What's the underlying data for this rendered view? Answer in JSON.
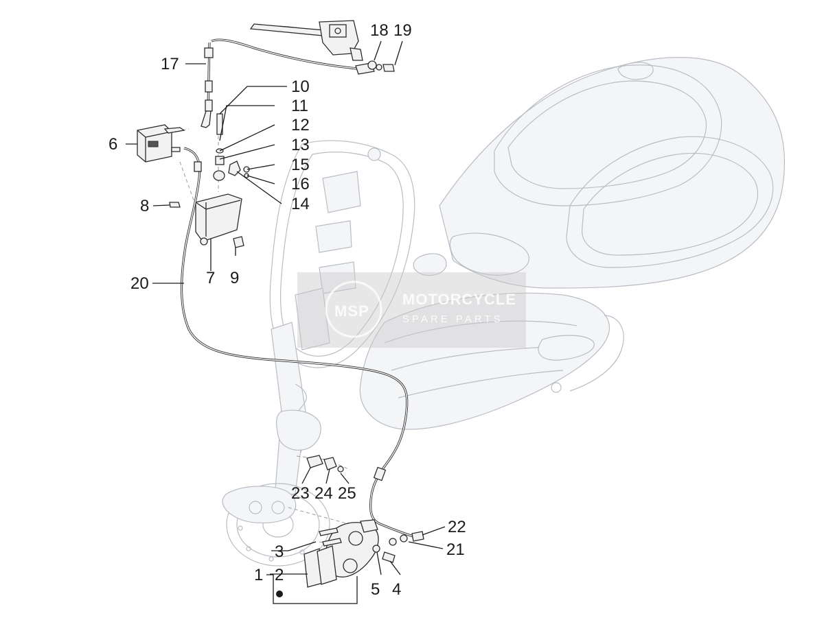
{
  "callouts": [
    {
      "label": "1"
    },
    {
      "label": "2"
    },
    {
      "label": "3"
    },
    {
      "label": "4"
    },
    {
      "label": "5"
    },
    {
      "label": "6"
    },
    {
      "label": "7"
    },
    {
      "label": "8"
    },
    {
      "label": "9"
    },
    {
      "label": "10"
    },
    {
      "label": "11"
    },
    {
      "label": "12"
    },
    {
      "label": "13"
    },
    {
      "label": "14"
    },
    {
      "label": "15"
    },
    {
      "label": "16"
    },
    {
      "label": "17"
    },
    {
      "label": "18"
    },
    {
      "label": "19"
    },
    {
      "label": "20"
    },
    {
      "label": "21"
    },
    {
      "label": "22"
    },
    {
      "label": "23"
    },
    {
      "label": "24"
    },
    {
      "label": "25"
    }
  ],
  "watermark": {
    "logo": "MSP",
    "title": "MOTORCYCLE",
    "subtitle": "SPARE PARTS"
  }
}
